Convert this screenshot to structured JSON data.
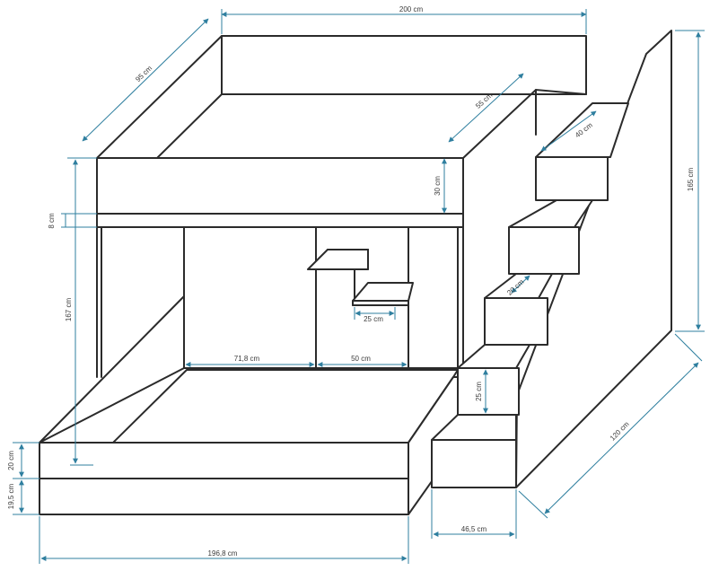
{
  "colors": {
    "outline": "#2b2b2b",
    "dimension": "#2f7f9f",
    "label": "#3a3a3a",
    "background": "#ffffff"
  },
  "dimensions": {
    "top_width": "200 cm",
    "depth": "95 cm",
    "upper_guard_depth": "55 cm",
    "upper_bed_height": "30 cm",
    "slat_gap": "8 cm",
    "under_height": "167 cm",
    "stair_depth": "40 cm",
    "total_height": "165 cm",
    "step_height_upper": "20 cm",
    "shelf_depth": "25 cm",
    "lower_width_left": "71,8 cm",
    "lower_width_mid": "50 cm",
    "step_height_lower": "25 cm",
    "stair_length": "120 cm",
    "lower_guard_height": "20 cm",
    "lower_base_height": "19,5 cm",
    "step_width": "46,5 cm",
    "bottom_width": "196,8 cm"
  }
}
